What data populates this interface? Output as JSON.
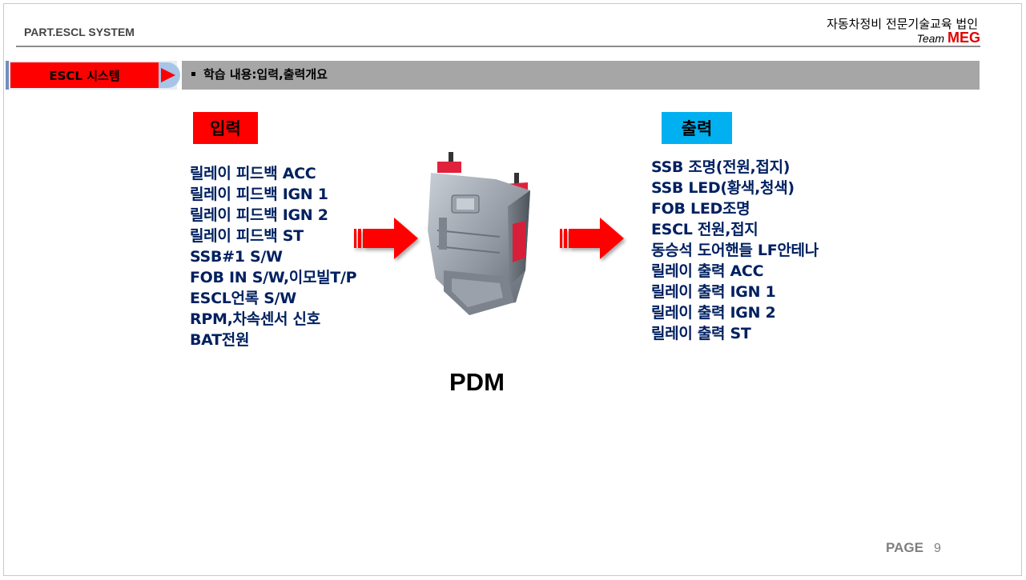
{
  "header": {
    "part_title": "PART.ESCL SYSTEM",
    "org_name": "자동차정비 전문기술교육 법인",
    "team_prefix": "Team",
    "team_name": "MEG"
  },
  "section": {
    "tab_label": "ESCL 시스템",
    "description": "학습 내용:입력,출력개요"
  },
  "input": {
    "title": "입력",
    "items": [
      "릴레이 피드백 ACC",
      "릴레이 피드백 IGN 1",
      "릴레이 피드백 IGN 2",
      "릴레이 피드백 ST",
      "SSB#1 S/W",
      "FOB IN S/W,이모빌T/P",
      "ESCL언록 S/W",
      "RPM,차속센서 신호",
      "BAT전원"
    ]
  },
  "output": {
    "title": "출력",
    "items": [
      "SSB 조명(전원,접지)",
      "SSB LED(황색,청색)",
      "FOB LED조명",
      "ESCL 전원,접지",
      "동승석 도어핸들 LF안테나",
      "릴레이 출력 ACC",
      "릴레이 출력 IGN 1",
      "릴레이 출력 IGN 2",
      "릴레이 출력 ST"
    ]
  },
  "device": {
    "label": "PDM"
  },
  "footer": {
    "page_label": "PAGE",
    "page_number": "9"
  },
  "colors": {
    "input_box": "#ff0000",
    "output_box": "#00b0f0",
    "list_text": "#002060",
    "arrow": "#ff0000",
    "section_bar": "#a6a6a6"
  }
}
